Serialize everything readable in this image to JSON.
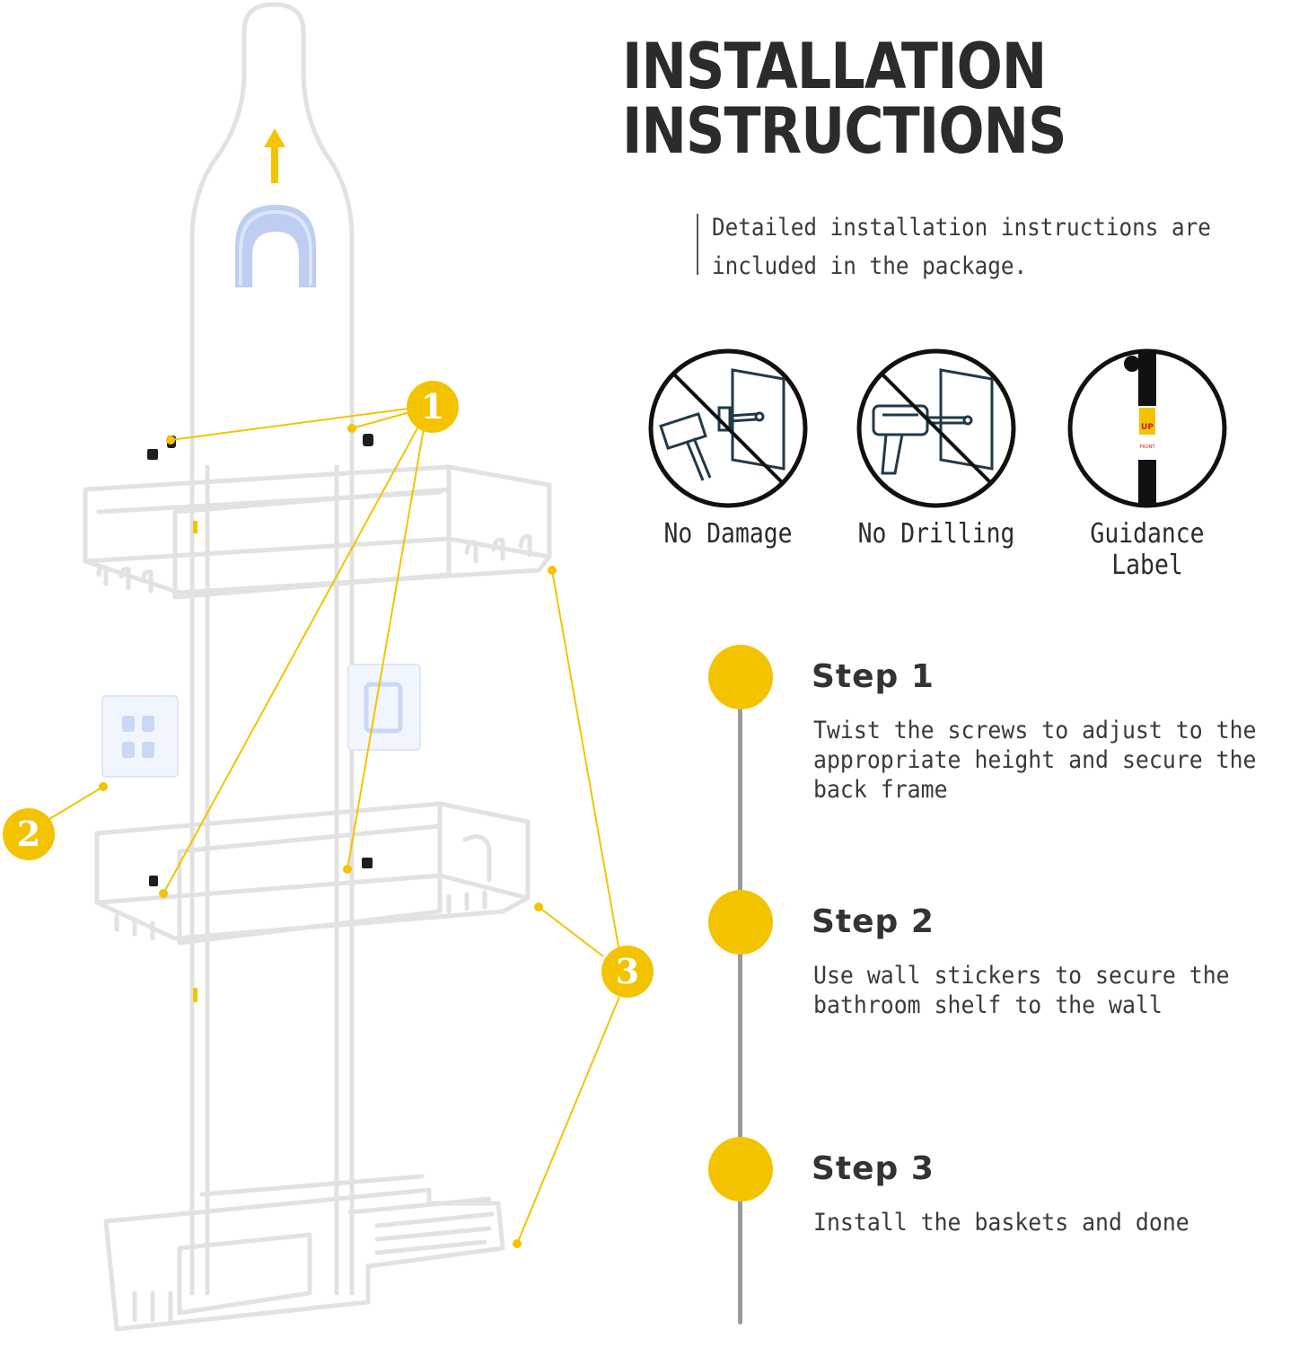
{
  "title": {
    "line1": "INSTALLATION",
    "line2": "INSTRUCTIONS"
  },
  "subtitle": "Detailed installation instructions are included in the package.",
  "features": [
    {
      "label": "No Damage",
      "icon": "no-hammer-icon"
    },
    {
      "label": "No Drilling",
      "icon": "no-drill-icon"
    },
    {
      "label": "Guidance Label",
      "icon": "guidance-label-icon"
    }
  ],
  "guidance_label_text": "UP",
  "guidance_label_sub": "FRONT",
  "steps": [
    {
      "title": "Step 1",
      "desc": "Twist the screws to adjust to the appropriate height and secure the back frame"
    },
    {
      "title": "Step 2",
      "desc": "Use wall stickers to secure the bathroom shelf to the wall"
    },
    {
      "title": "Step 3",
      "desc": "Install the baskets and done"
    }
  ],
  "callouts": [
    "1",
    "2",
    "3"
  ],
  "colors": {
    "accent": "#f3c300",
    "text": "#2b2b2b",
    "timeline": "#9a9a9a",
    "frame": "#e4e4e4",
    "suction": "#b6c9ef"
  }
}
